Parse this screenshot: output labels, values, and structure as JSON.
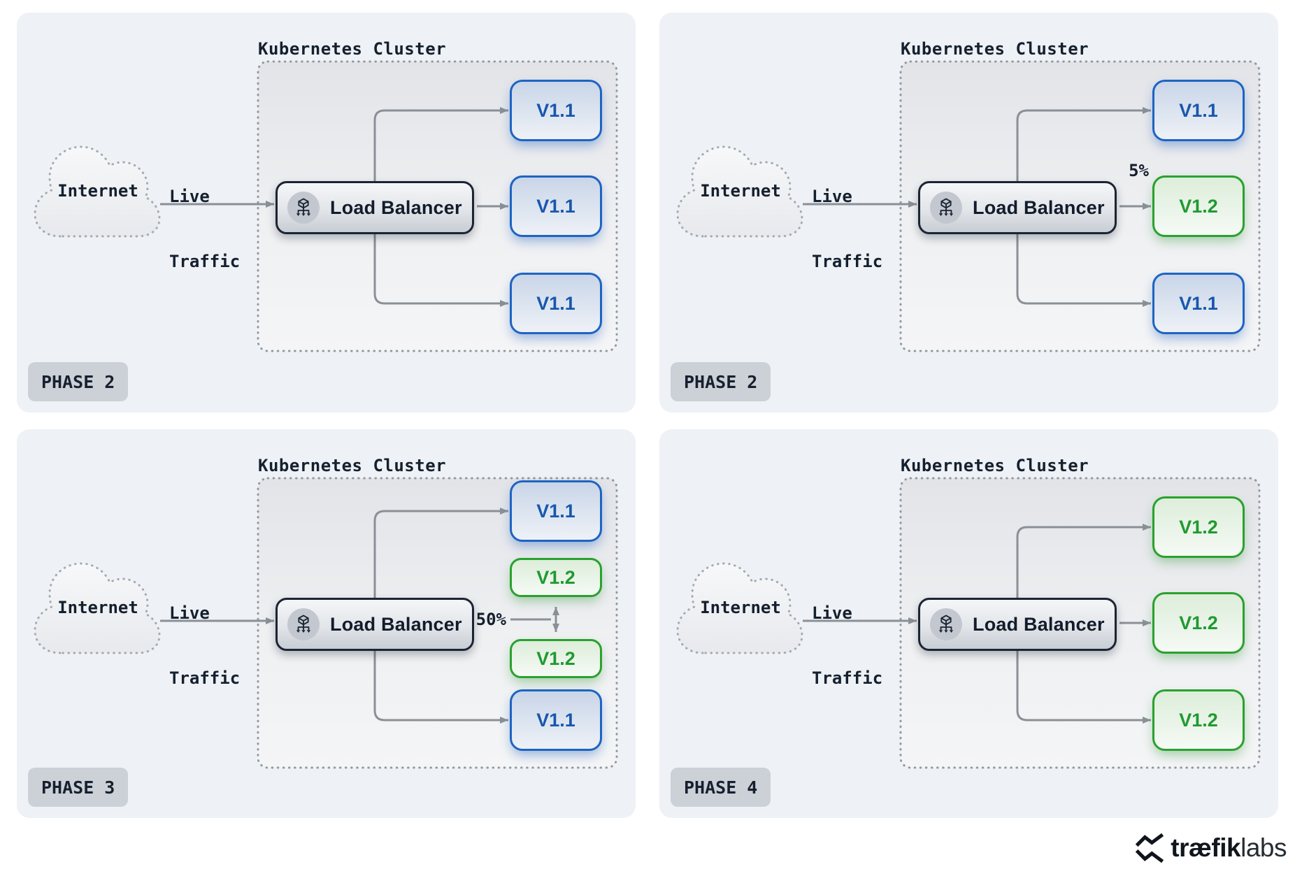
{
  "colors": {
    "panel_bg": "#eef1f5",
    "cluster_border": "#94999f",
    "arrow": "#8a9097",
    "blue_border": "#1e64c2",
    "blue_text": "#1857ae",
    "green_border": "#2aa12e",
    "green_text": "#1f9a30",
    "lb_border": "#1b2533",
    "label_text": "#15202e",
    "badge_bg": "#ccd1d8"
  },
  "panels": [
    {
      "phase": "PHASE 2",
      "cluster_label": "Kubernetes Cluster",
      "internet_label": "Internet",
      "traffic_line1": "Live",
      "traffic_line2": "Traffic",
      "lb_label": "Load Balancer",
      "pods": [
        {
          "label": "V1.1",
          "variant": "blue"
        },
        {
          "label": "V1.1",
          "variant": "blue"
        },
        {
          "label": "V1.1",
          "variant": "blue"
        }
      ]
    },
    {
      "phase": "PHASE 2",
      "cluster_label": "Kubernetes Cluster",
      "internet_label": "Internet",
      "traffic_line1": "Live",
      "traffic_line2": "Traffic",
      "lb_label": "Load Balancer",
      "percent_label": "5%",
      "pods": [
        {
          "label": "V1.1",
          "variant": "blue"
        },
        {
          "label": "V1.2",
          "variant": "green"
        },
        {
          "label": "V1.1",
          "variant": "blue"
        }
      ]
    },
    {
      "phase": "PHASE 3",
      "cluster_label": "Kubernetes Cluster",
      "internet_label": "Internet",
      "traffic_line1": "Live",
      "traffic_line2": "Traffic",
      "lb_label": "Load Balancer",
      "percent_label": "50%",
      "pods": [
        {
          "label": "V1.1",
          "variant": "blue"
        },
        {
          "label": "V1.2",
          "variant": "green-small"
        },
        {
          "label": "V1.2",
          "variant": "green-small"
        },
        {
          "label": "V1.1",
          "variant": "blue"
        }
      ]
    },
    {
      "phase": "PHASE 4",
      "cluster_label": "Kubernetes Cluster",
      "internet_label": "Internet",
      "traffic_line1": "Live",
      "traffic_line2": "Traffic",
      "lb_label": "Load Balancer",
      "pods": [
        {
          "label": "V1.2",
          "variant": "green"
        },
        {
          "label": "V1.2",
          "variant": "green"
        },
        {
          "label": "V1.2",
          "variant": "green"
        }
      ]
    }
  ],
  "footer": {
    "brand_bold": "træfik",
    "brand_light": "labs"
  }
}
